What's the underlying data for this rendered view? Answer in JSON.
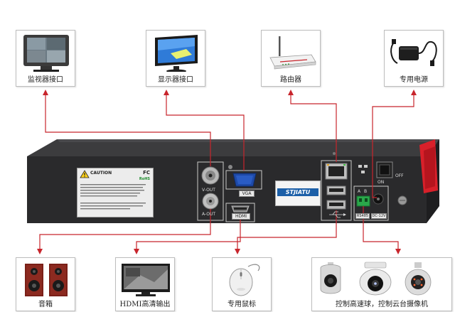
{
  "top_labels": {
    "monitor_port": "监视器接口",
    "display_port": "显示器接口",
    "router": "路由器",
    "power_supply": "专用电源"
  },
  "bottom_labels": {
    "speaker": "音箱",
    "hdmi_out": "HDMI高清输出",
    "mouse": "专用鼠标",
    "ptz_control": "控制高速球，控制云台摄像机"
  },
  "panel_labels": {
    "v_out": "V-OUT",
    "a_out": "A-OUT",
    "vga": "VGA",
    "hdmi": "HDMI",
    "on": "ON",
    "off": "OFF",
    "rs485": "RS485",
    "dc12v": "DC-12V",
    "a": "A",
    "b": "B",
    "caution_title": "CAUTION",
    "fc_mark": "FC",
    "rohs_mark": "RoHS",
    "brand_logo": "STJIATU"
  },
  "colors": {
    "arrow": "#c8252c",
    "chassis": "#2a2a2c",
    "chassis_top": "#3c3c3e",
    "red_tab": "#d8202a"
  },
  "icons": [
    "crt-monitor-icon",
    "lcd-display-icon",
    "router-icon",
    "power-adapter-icon",
    "speaker-icon",
    "hdmi-tv-icon",
    "mouse-icon",
    "ptz-camera-icon"
  ]
}
